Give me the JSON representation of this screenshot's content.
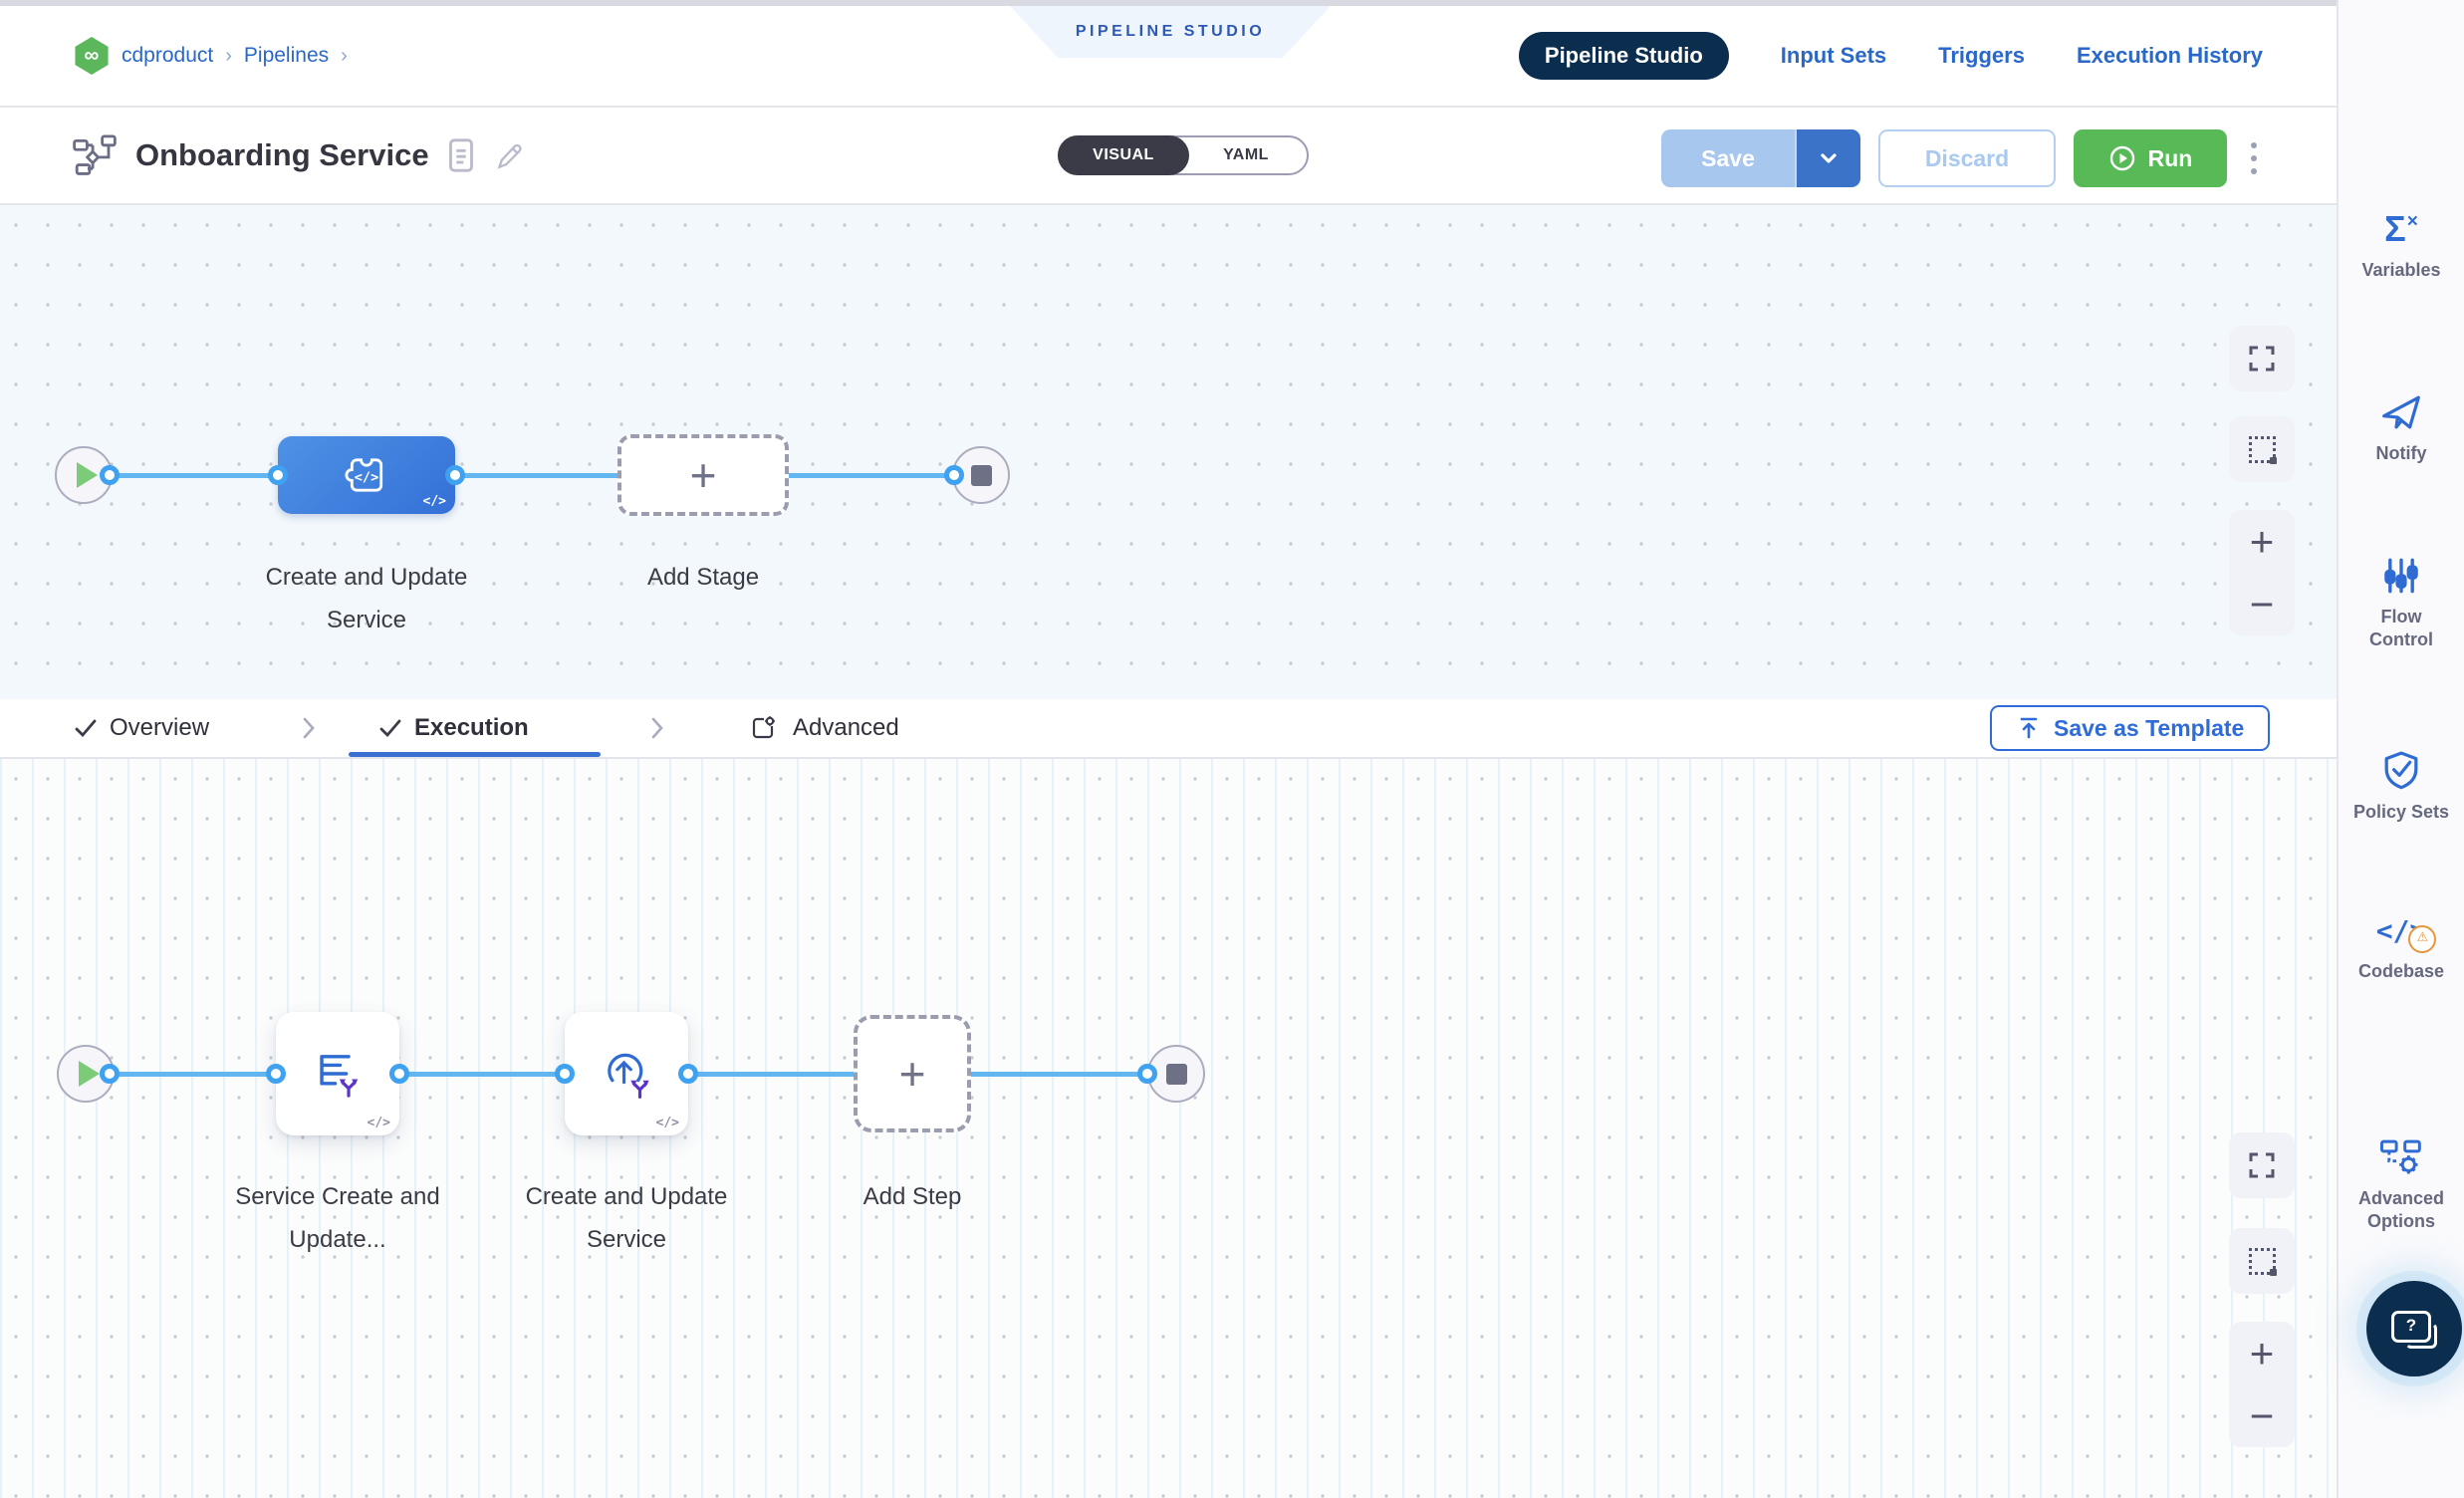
{
  "chrome": {
    "ribbon_label": "PIPELINE STUDIO",
    "breadcrumb": {
      "project": "cdproduct",
      "section": "Pipelines",
      "separator": "›"
    },
    "top_nav": {
      "active_tab": "Pipeline Studio",
      "links": [
        "Input Sets",
        "Triggers",
        "Execution History"
      ]
    }
  },
  "header": {
    "title": "Onboarding Service",
    "view_toggle": {
      "visual": "VISUAL",
      "yaml": "YAML"
    },
    "buttons": {
      "save": "Save",
      "discard": "Discard",
      "run": "Run"
    }
  },
  "stage_canvas": {
    "stage_label": "Create and Update Service",
    "add_stage_label": "Add Stage"
  },
  "tabs": {
    "overview": "Overview",
    "execution": "Execution",
    "advanced": "Advanced",
    "save_as_template": "Save as Template"
  },
  "step_canvas": {
    "step1_label": "Service Create and Update...",
    "step2_label": "Create and Update Service",
    "add_step_label": "Add Step"
  },
  "sidebar": {
    "items": [
      {
        "label": "Variables",
        "icon": "sigma-x-icon"
      },
      {
        "label": "Notify",
        "icon": "paper-plane-icon"
      },
      {
        "label": "Flow Control",
        "icon": "sliders-icon"
      },
      {
        "label": "Policy Sets",
        "icon": "shield-check-icon"
      },
      {
        "label": "Codebase",
        "icon": "code-warning-icon"
      },
      {
        "label": "Advanced Options",
        "icon": "flowchart-gear-icon"
      }
    ]
  },
  "icons": {
    "plus": "+",
    "minus": "−",
    "infinity": "∞",
    "code_badge": "</>",
    "sigma": "Σ",
    "sigma_sup": "×",
    "warning": "⚠",
    "question": "?"
  },
  "colors": {
    "accent_blue": "#2F6CD9",
    "navy_pill": "#0B2E4F",
    "run_green": "#57BA57",
    "connector_blue": "#63B7F0",
    "stage_node_blue": "#3D7EDB",
    "canvas1_bg": "#F3F8FC",
    "canvas2_bg": "#FBFCFC"
  }
}
